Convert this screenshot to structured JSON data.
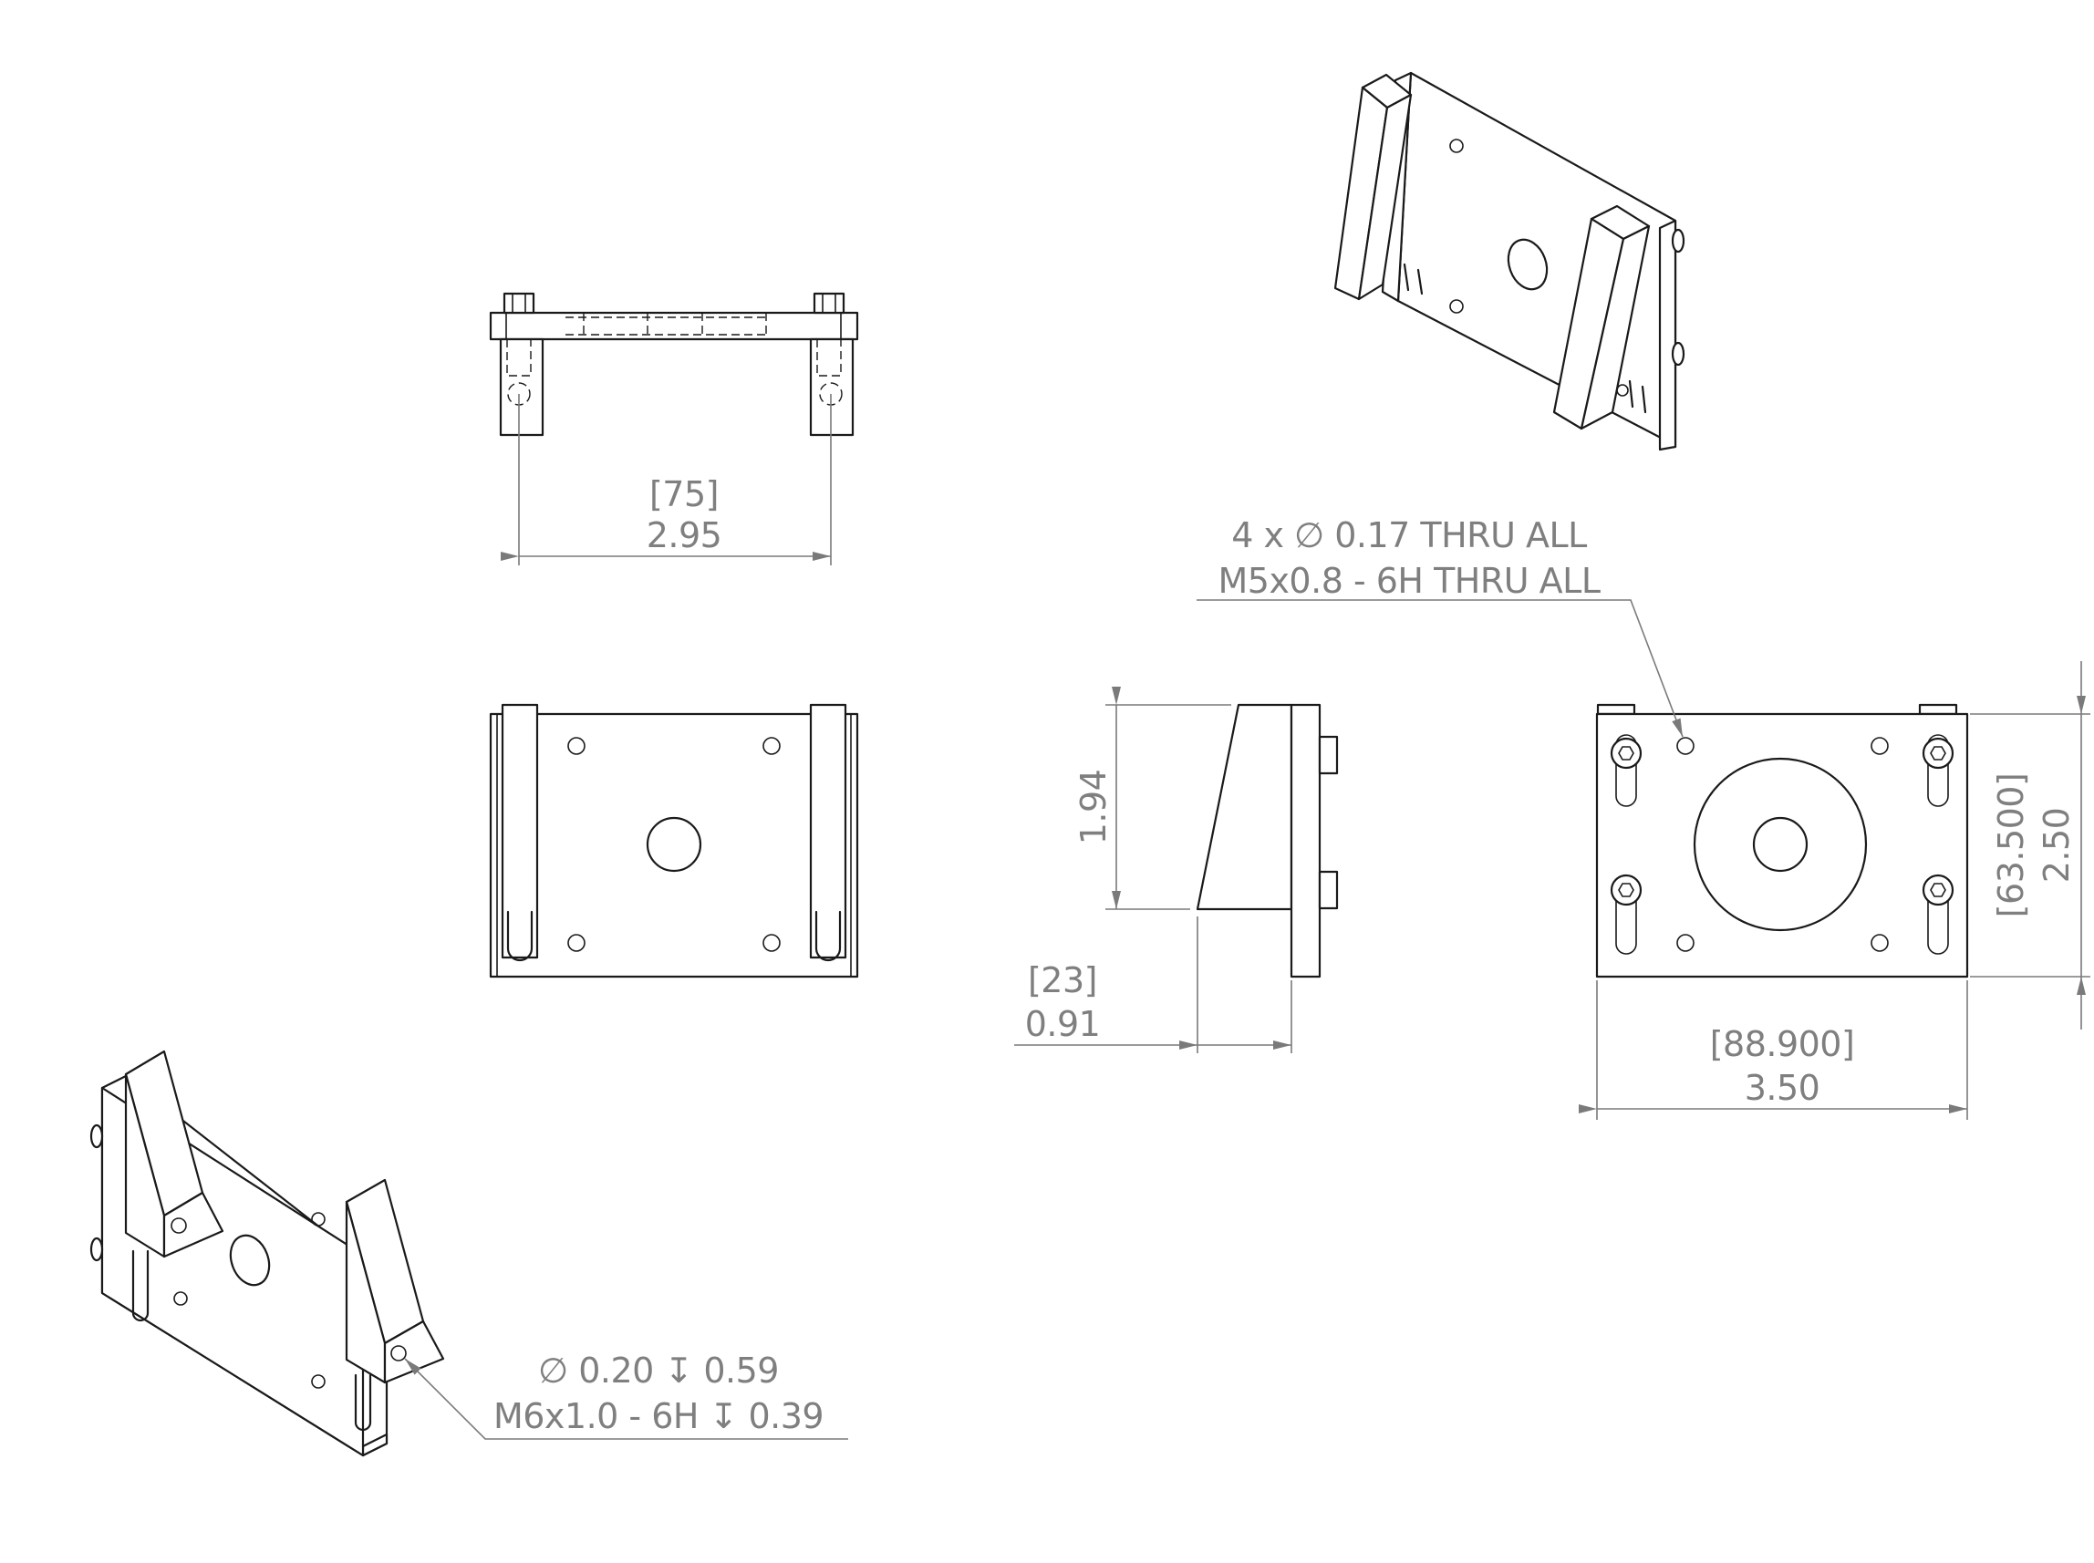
{
  "dimensions": {
    "top_width": {
      "metric": "[75]",
      "imperial": "2.95"
    },
    "side_height": {
      "imperial": "1.94"
    },
    "side_depth": {
      "metric": "[23]",
      "imperial": "0.91"
    },
    "right_width": {
      "metric": "[88.900]",
      "imperial": "3.50"
    },
    "right_height": {
      "metric": "[63.500]",
      "imperial": "2.50"
    }
  },
  "callouts": {
    "thru_holes": {
      "line1": "4 x ∅ 0.17 THRU ALL",
      "line2": "M5x0.8 - 6H THRU ALL"
    },
    "blind_hole": {
      "line1": "∅ 0.20 ↧ 0.59",
      "line2": "M6x1.0 - 6H ↧ 0.39"
    }
  }
}
